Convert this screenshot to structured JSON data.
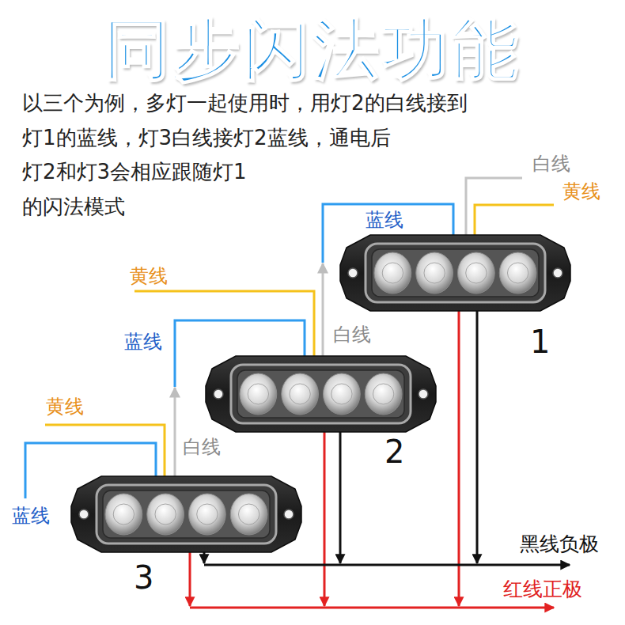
{
  "diagram": {
    "title": "同步闪法功能",
    "nodes": [
      {
        "text": [
          "1"
        ]
      },
      {
        "text": [
          "2"
        ]
      },
      {
        "text": [
          "3"
        ]
      }
    ],
    "edges": [
      {
        "from": 1,
        "to": 0,
        "arrow": "to"
      },
      {
        "from": 2,
        "to": 1,
        "arrow": "to"
      }
    ],
    "labels": [
      "以三个为例，多灯一起使用时，用灯2的白线接到",
      "灯1的蓝线，灯3白线接灯2蓝线，通电后",
      "灯2和灯3会相应跟随灯1",
      "的闪法模式",
      "白线",
      "黄线",
      "蓝线",
      "黄线",
      "蓝线",
      "白线",
      "黄线",
      "白线",
      "蓝线",
      "黑线负极",
      "红线正极"
    ]
  }
}
